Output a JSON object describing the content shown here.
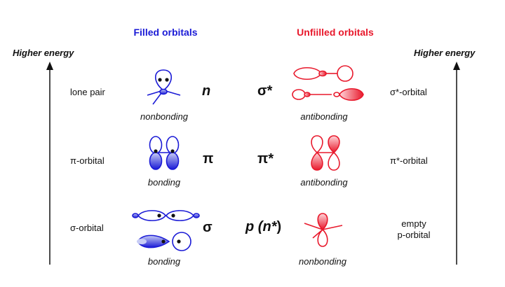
{
  "headers": {
    "filled": "Filled orbitals",
    "unfilled": "Unfiilled orbitals"
  },
  "energy": {
    "left": "Higher energy",
    "right": "Higher energy"
  },
  "rows": [
    {
      "left_label": "lone pair",
      "filled_caption": "nonbonding",
      "filled_symbol": "n",
      "unfilled_symbol": "σ*",
      "unfilled_caption": "antibonding",
      "right_label": "σ*-orbital"
    },
    {
      "left_label": "π-orbital",
      "filled_caption": "bonding",
      "filled_symbol": "π",
      "unfilled_symbol": "π*",
      "unfilled_caption": "antibonding",
      "right_label": "π*-orbital"
    },
    {
      "left_label": "σ-orbital",
      "filled_caption": "bonding",
      "filled_symbol": "σ",
      "unfilled_symbol_prefix": "p (",
      "unfilled_symbol_italic": "n*",
      "unfilled_symbol_suffix": ")",
      "unfilled_caption": "nonbonding",
      "right_label_line1": "empty",
      "right_label_line2": "p-orbital"
    }
  ],
  "colors": {
    "filled": "#1a1ad6",
    "unfilled": "#e8192c",
    "text": "#111111"
  }
}
